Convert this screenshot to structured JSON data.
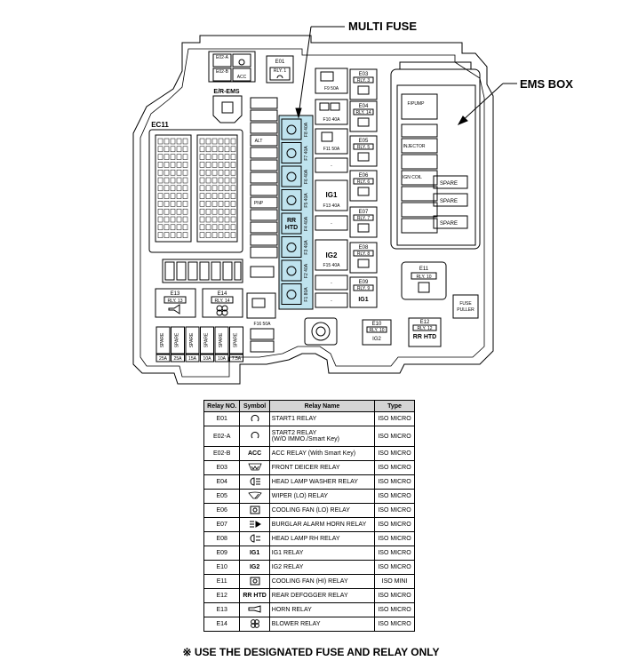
{
  "callouts": {
    "multi_fuse": "MULTI FUSE",
    "ems_box": "EMS BOX"
  },
  "box": {
    "ec11": "EC11",
    "er_ems": "E/R-EMS",
    "top_relays": {
      "e02a": "E02-A",
      "e02b": "E02-B",
      "e02b_acc": "ACC",
      "e01": "E01",
      "e01_rly": "RLY. 1"
    },
    "multi_fuses": [
      {
        "label": "F8 40A",
        "icon": "battery-icon"
      },
      {
        "label": "F7 40A",
        "icon": "fan-icon"
      },
      {
        "label": "F6 40A",
        "icon": "abs-icon"
      },
      {
        "label": "F5 40A",
        "icon": "abs-icon"
      },
      {
        "label": "F4 40A",
        "text": "RR HTD"
      },
      {
        "label": "F3 40A",
        "icon": "blower-icon"
      },
      {
        "label": "F2 40A",
        "icon": "battery-icon"
      },
      {
        "label": "F1 80A",
        "icon": "alternator-icon"
      }
    ],
    "right_fuses": [
      "F9 50A",
      "F10 40A",
      "F11 50A",
      "IG1",
      "F13 40A",
      "IG2",
      "F15 40A",
      "F16 50A"
    ],
    "relay_boxes": [
      {
        "id": "E03",
        "rly": "RLY. 3"
      },
      {
        "id": "E04",
        "rly": "RLY. 14"
      },
      {
        "id": "E05",
        "rly": "RLY. 5"
      },
      {
        "id": "E06",
        "rly": "RLY. 6"
      },
      {
        "id": "E07",
        "rly": "RLY. 7"
      },
      {
        "id": "E08",
        "rly": "RLY. 8"
      },
      {
        "id": "E09",
        "rly": "RLY. 9",
        "text": "IG1"
      },
      {
        "id": "E10",
        "rly": "RLY. 10",
        "text": "IG2"
      },
      {
        "id": "E11",
        "rly": "RLY. 10"
      },
      {
        "id": "E12",
        "rly": "RLY. 12",
        "text": "RR HTD"
      },
      {
        "id": "E13",
        "rly": "RLY. 13"
      },
      {
        "id": "E14",
        "rly": "RLY. 14"
      }
    ],
    "ems_items": [
      "F/PUMP",
      "INJECTOR",
      "IGN COIL",
      "SPARE",
      "SPARE",
      "SPARE"
    ],
    "fuse_puller": "FUSE PULLER",
    "spares": [
      "SPARE",
      "SPARE",
      "SPARE",
      "SPARE",
      "SPARE",
      "SPARE"
    ],
    "spare_amps": [
      "25A",
      "25A",
      "15A",
      "10A",
      "10A",
      "7.5A"
    ],
    "left_labels": [
      "ALT",
      "PNP"
    ]
  },
  "table": {
    "headers": [
      "Relay NO.",
      "Symbol",
      "Relay Name",
      "Type"
    ],
    "rows": [
      {
        "no": "E01",
        "symbol": "",
        "icon": "start-icon",
        "name": "START1 RELAY",
        "type": "ISO MICRO"
      },
      {
        "no": "E02-A",
        "symbol": "",
        "icon": "start-icon",
        "name": "START2 RELAY\n(W/O IMMO./Smart Key)",
        "type": "ISO MICRO"
      },
      {
        "no": "E02-B",
        "symbol": "ACC",
        "name": "ACC RELAY (With Smart Key)",
        "type": "ISO MICRO"
      },
      {
        "no": "E03",
        "symbol": "",
        "icon": "deicer-icon",
        "name": "FRONT DEICER RELAY",
        "type": "ISO MICRO"
      },
      {
        "no": "E04",
        "symbol": "",
        "icon": "headlamp-washer-icon",
        "name": "HEAD LAMP WASHER RELAY",
        "type": "ISO MICRO"
      },
      {
        "no": "E05",
        "symbol": "",
        "icon": "wiper-icon",
        "name": "WIPER (LO) RELAY",
        "type": "ISO MICRO"
      },
      {
        "no": "E06",
        "symbol": "",
        "icon": "cooling-fan-icon",
        "name": "COOLING FAN (LO) RELAY",
        "type": "ISO MICRO"
      },
      {
        "no": "E07",
        "symbol": "",
        "icon": "horn-alarm-icon",
        "name": "BURGLAR ALARM HORN RELAY",
        "type": "ISO MICRO"
      },
      {
        "no": "E08",
        "symbol": "",
        "icon": "headlamp-icon",
        "name": "HEAD LAMP RH RELAY",
        "type": "ISO MICRO"
      },
      {
        "no": "E09",
        "symbol": "IG1",
        "name": "IG1 RELAY",
        "type": "ISO MICRO"
      },
      {
        "no": "E10",
        "symbol": "IG2",
        "name": "IG2 RELAY",
        "type": "ISO MICRO"
      },
      {
        "no": "E11",
        "symbol": "",
        "icon": "cooling-fan-icon",
        "name": "COOLING FAN (HI) RELAY",
        "type": "ISO MINI"
      },
      {
        "no": "E12",
        "symbol": "RR HTD",
        "name": "REAR DEFOGGER RELAY",
        "type": "ISO MICRO"
      },
      {
        "no": "E13",
        "symbol": "",
        "icon": "horn-icon",
        "name": "HORN RELAY",
        "type": "ISO MICRO"
      },
      {
        "no": "E14",
        "symbol": "",
        "icon": "blower-icon",
        "name": "BLOWER RELAY",
        "type": "ISO MICRO"
      }
    ]
  },
  "footnote": "※ USE THE DESIGNATED FUSE AND RELAY ONLY",
  "colors": {
    "multi_fuse_fill": "#bfe3ee",
    "line": "#000000",
    "header_fill": "#d4d4d4"
  }
}
